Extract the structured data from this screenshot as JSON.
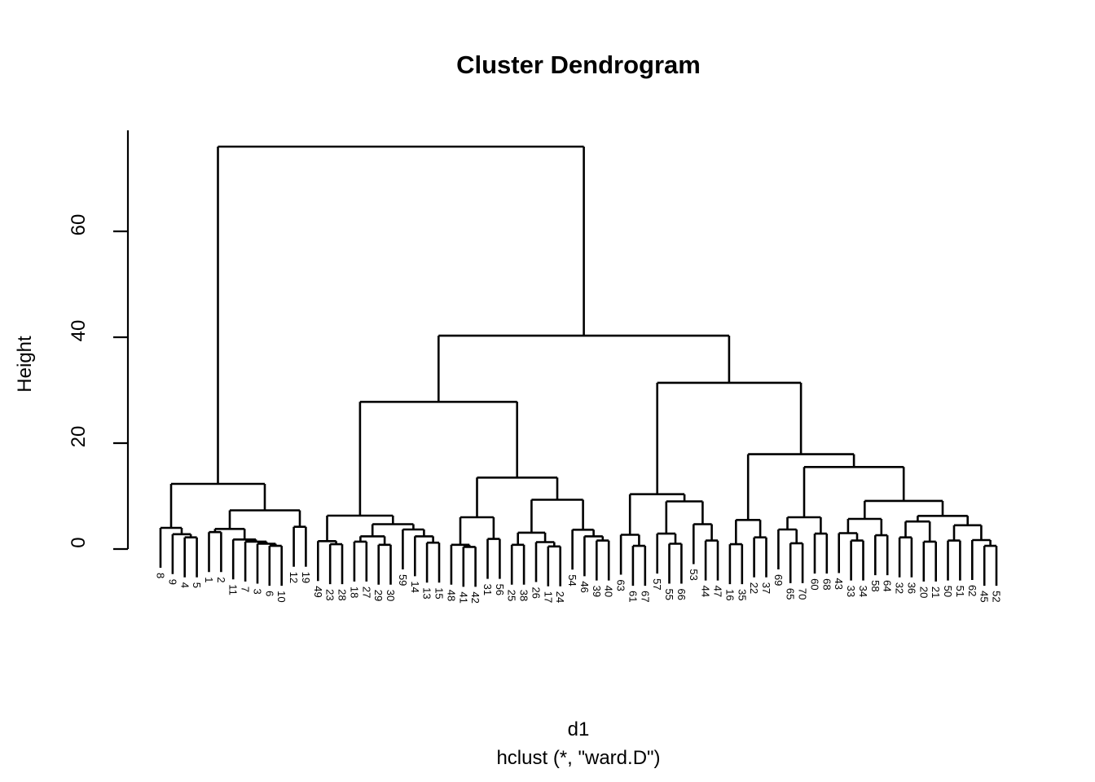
{
  "chart_data": {
    "type": "dendrogram",
    "title": "Cluster Dendrogram",
    "ylabel": "Height",
    "xlabel_line1": "d1",
    "xlabel_line2": "hclust (*, \"ward.D\")",
    "y_ticks": [
      0,
      20,
      40,
      60
    ],
    "y_axis_range": [
      0,
      76
    ],
    "grid": "off",
    "line_color": "#000000",
    "background_color": "#ffffff",
    "n_leaves": 70,
    "leaf_order": [
      "8",
      "9",
      "4",
      "5",
      "1",
      "2",
      "11",
      "7",
      "3",
      "6",
      "10",
      "12",
      "19",
      "49",
      "23",
      "28",
      "18",
      "27",
      "29",
      "30",
      "59",
      "14",
      "13",
      "15",
      "48",
      "41",
      "42",
      "31",
      "56",
      "25",
      "38",
      "26",
      "17",
      "24",
      "54",
      "46",
      "39",
      "40",
      "63",
      "61",
      "67",
      "57",
      "55",
      "66",
      "53",
      "44",
      "47",
      "16",
      "35",
      "22",
      "37",
      "69",
      "65",
      "70",
      "60",
      "68",
      "43",
      "33",
      "34",
      "58",
      "64",
      "32",
      "36",
      "20",
      "21",
      "50",
      "51",
      "62",
      "45",
      "52"
    ],
    "tree": {
      "h": 76,
      "c": [
        {
          "h": 12.3,
          "c": [
            {
              "h": 4.0,
              "c": [
                "8",
                {
                  "h": 2.8,
                  "c": [
                    "9",
                    {
                      "h": 2.2,
                      "c": [
                        "4",
                        "5"
                      ]
                    }
                  ]
                }
              ]
            },
            {
              "h": 7.3,
              "c": [
                {
                  "h": 3.8,
                  "c": [
                    {
                      "h": 3.2,
                      "c": [
                        "1",
                        "2"
                      ]
                    },
                    {
                      "h": 1.8,
                      "c": [
                        "11",
                        {
                          "h": 1.4,
                          "c": [
                            "7",
                            {
                              "h": 1.0,
                              "c": [
                                "3",
                                {
                                  "h": 0.6,
                                  "c": [
                                    "6",
                                    "10"
                                  ]
                                }
                              ]
                            }
                          ]
                        }
                      ]
                    }
                  ]
                },
                {
                  "h": 4.2,
                  "c": [
                    "12",
                    "19"
                  ]
                }
              ]
            }
          ]
        },
        {
          "h": 40.3,
          "c": [
            {
              "h": 27.8,
              "c": [
                {
                  "h": 6.3,
                  "c": [
                    {
                      "h": 1.5,
                      "c": [
                        "49",
                        {
                          "h": 0.9,
                          "c": [
                            "23",
                            "28"
                          ]
                        }
                      ]
                    },
                    {
                      "h": 4.7,
                      "c": [
                        {
                          "h": 2.4,
                          "c": [
                            {
                              "h": 1.4,
                              "c": [
                                "18",
                                "27"
                              ]
                            },
                            {
                              "h": 0.8,
                              "c": [
                                "29",
                                "30"
                              ]
                            }
                          ]
                        },
                        {
                          "h": 3.7,
                          "c": [
                            "59",
                            {
                              "h": 2.4,
                              "c": [
                                "14",
                                {
                                  "h": 1.2,
                                  "c": [
                                    "13",
                                    "15"
                                  ]
                                }
                              ]
                            }
                          ]
                        }
                      ]
                    }
                  ]
                },
                {
                  "h": 13.5,
                  "c": [
                    {
                      "h": 6.0,
                      "c": [
                        {
                          "h": 0.8,
                          "c": [
                            "48",
                            {
                              "h": 0.4,
                              "c": [
                                "41",
                                "42"
                              ]
                            }
                          ]
                        },
                        {
                          "h": 1.9,
                          "c": [
                            "31",
                            "56"
                          ]
                        }
                      ]
                    },
                    {
                      "h": 9.3,
                      "c": [
                        {
                          "h": 3.1,
                          "c": [
                            {
                              "h": 0.8,
                              "c": [
                                "25",
                                "38"
                              ]
                            },
                            {
                              "h": 1.3,
                              "c": [
                                "26",
                                {
                                  "h": 0.5,
                                  "c": [
                                    "17",
                                    "24"
                                  ]
                                }
                              ]
                            }
                          ]
                        },
                        {
                          "h": 3.65,
                          "c": [
                            "54",
                            {
                              "h": 2.4,
                              "c": [
                                "46",
                                {
                                  "h": 1.6,
                                  "c": [
                                    "39",
                                    "40"
                                  ]
                                }
                              ]
                            }
                          ]
                        }
                      ]
                    }
                  ]
                }
              ]
            },
            {
              "h": 31.4,
              "c": [
                {
                  "h": 10.35,
                  "c": [
                    {
                      "h": 2.7,
                      "c": [
                        "63",
                        {
                          "h": 0.6,
                          "c": [
                            "61",
                            "67"
                          ]
                        }
                      ]
                    },
                    {
                      "h": 9.0,
                      "c": [
                        {
                          "h": 2.9,
                          "c": [
                            "57",
                            {
                              "h": 1.0,
                              "c": [
                                "55",
                                "66"
                              ]
                            }
                          ]
                        },
                        {
                          "h": 4.7,
                          "c": [
                            "53",
                            {
                              "h": 1.6,
                              "c": [
                                "44",
                                "47"
                              ]
                            }
                          ]
                        }
                      ]
                    }
                  ]
                },
                {
                  "h": 17.9,
                  "c": [
                    {
                      "h": 5.5,
                      "c": [
                        {
                          "h": 0.9,
                          "c": [
                            "16",
                            "35"
                          ]
                        },
                        {
                          "h": 2.2,
                          "c": [
                            "22",
                            "37"
                          ]
                        }
                      ]
                    },
                    {
                      "h": 15.5,
                      "c": [
                        {
                          "h": 6.0,
                          "c": [
                            {
                              "h": 3.7,
                              "c": [
                                "69",
                                {
                                  "h": 1.1,
                                  "c": [
                                    "65",
                                    "70"
                                  ]
                                }
                              ]
                            },
                            {
                              "h": 2.9,
                              "c": [
                                "60",
                                "68"
                              ]
                            }
                          ]
                        },
                        {
                          "h": 9.1,
                          "c": [
                            {
                              "h": 5.7,
                              "c": [
                                {
                                  "h": 3.0,
                                  "c": [
                                    "43",
                                    {
                                      "h": 1.6,
                                      "c": [
                                        "33",
                                        "34"
                                      ]
                                    }
                                  ]
                                },
                                {
                                  "h": 2.6,
                                  "c": [
                                    "58",
                                    "64"
                                  ]
                                }
                              ]
                            },
                            {
                              "h": 6.26,
                              "c": [
                                {
                                  "h": 5.2,
                                  "c": [
                                    {
                                      "h": 2.2,
                                      "c": [
                                        "32",
                                        "36"
                                      ]
                                    },
                                    {
                                      "h": 1.4,
                                      "c": [
                                        "20",
                                        "21"
                                      ]
                                    }
                                  ]
                                },
                                {
                                  "h": 4.5,
                                  "c": [
                                    {
                                      "h": 1.6,
                                      "c": [
                                        "50",
                                        "51"
                                      ]
                                    },
                                    {
                                      "h": 1.7,
                                      "c": [
                                        "62",
                                        {
                                          "h": 0.6,
                                          "c": [
                                            "45",
                                            "52"
                                          ]
                                        }
                                      ]
                                    }
                                  ]
                                }
                              ]
                            }
                          ]
                        }
                      ]
                    }
                  ]
                }
              ]
            }
          ]
        }
      ]
    }
  }
}
